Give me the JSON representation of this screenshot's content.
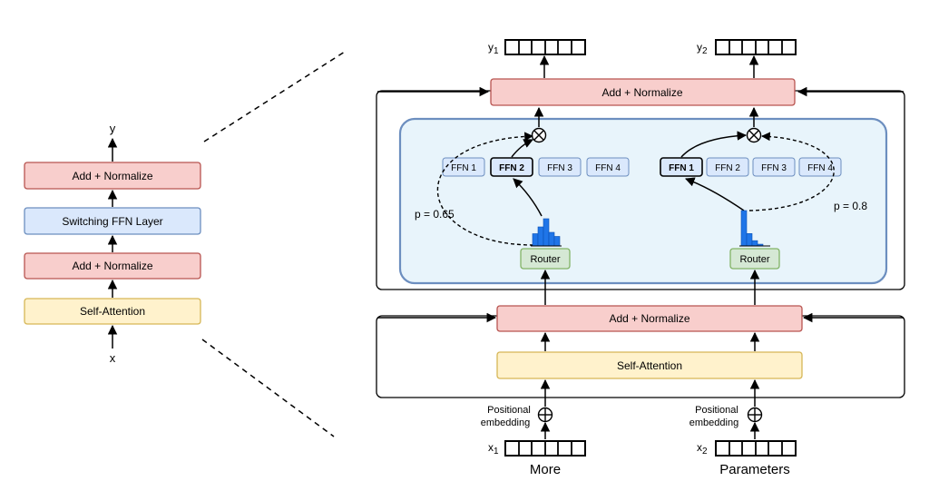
{
  "left": {
    "output_label": "y",
    "input_label": "x",
    "blocks": [
      "Add + Normalize",
      "Switching FFN Layer",
      "Add + Normalize",
      "Self-Attention"
    ]
  },
  "right": {
    "top_add_norm": "Add + Normalize",
    "bottom_add_norm": "Add + Normalize",
    "self_attention": "Self-Attention",
    "router_label": "Router",
    "token1": {
      "output_label": "y",
      "output_sub": "1",
      "input_label": "x",
      "input_sub": "1",
      "word": "More",
      "prob": "p = 0.65",
      "experts": [
        "FFN 1",
        "FFN 2",
        "FFN 3",
        "FFN 4"
      ],
      "selected": "FFN 2",
      "router_hist": [
        0.45,
        0.7,
        1.0,
        0.5,
        0.35
      ]
    },
    "token2": {
      "output_label": "y",
      "output_sub": "2",
      "input_label": "x",
      "input_sub": "2",
      "word": "Parameters",
      "prob": "p = 0.8",
      "experts": [
        "FFN 1",
        "FFN 2",
        "FFN 3",
        "FFN 4"
      ],
      "selected": "FFN 1",
      "router_hist": [
        1.0,
        0.35,
        0.15,
        0.05,
        0.0
      ]
    },
    "positional_embedding_line1": "Positional",
    "positional_embedding_line2": "embedding",
    "colors": {
      "pink": "#f8cecc",
      "blue": "#dae8fc",
      "yellow": "#fff2cc",
      "green": "#d5e8d4",
      "panel": "#e8f4fb",
      "panel_border": "#6c8ebf",
      "bar": "#1f75e8"
    }
  }
}
